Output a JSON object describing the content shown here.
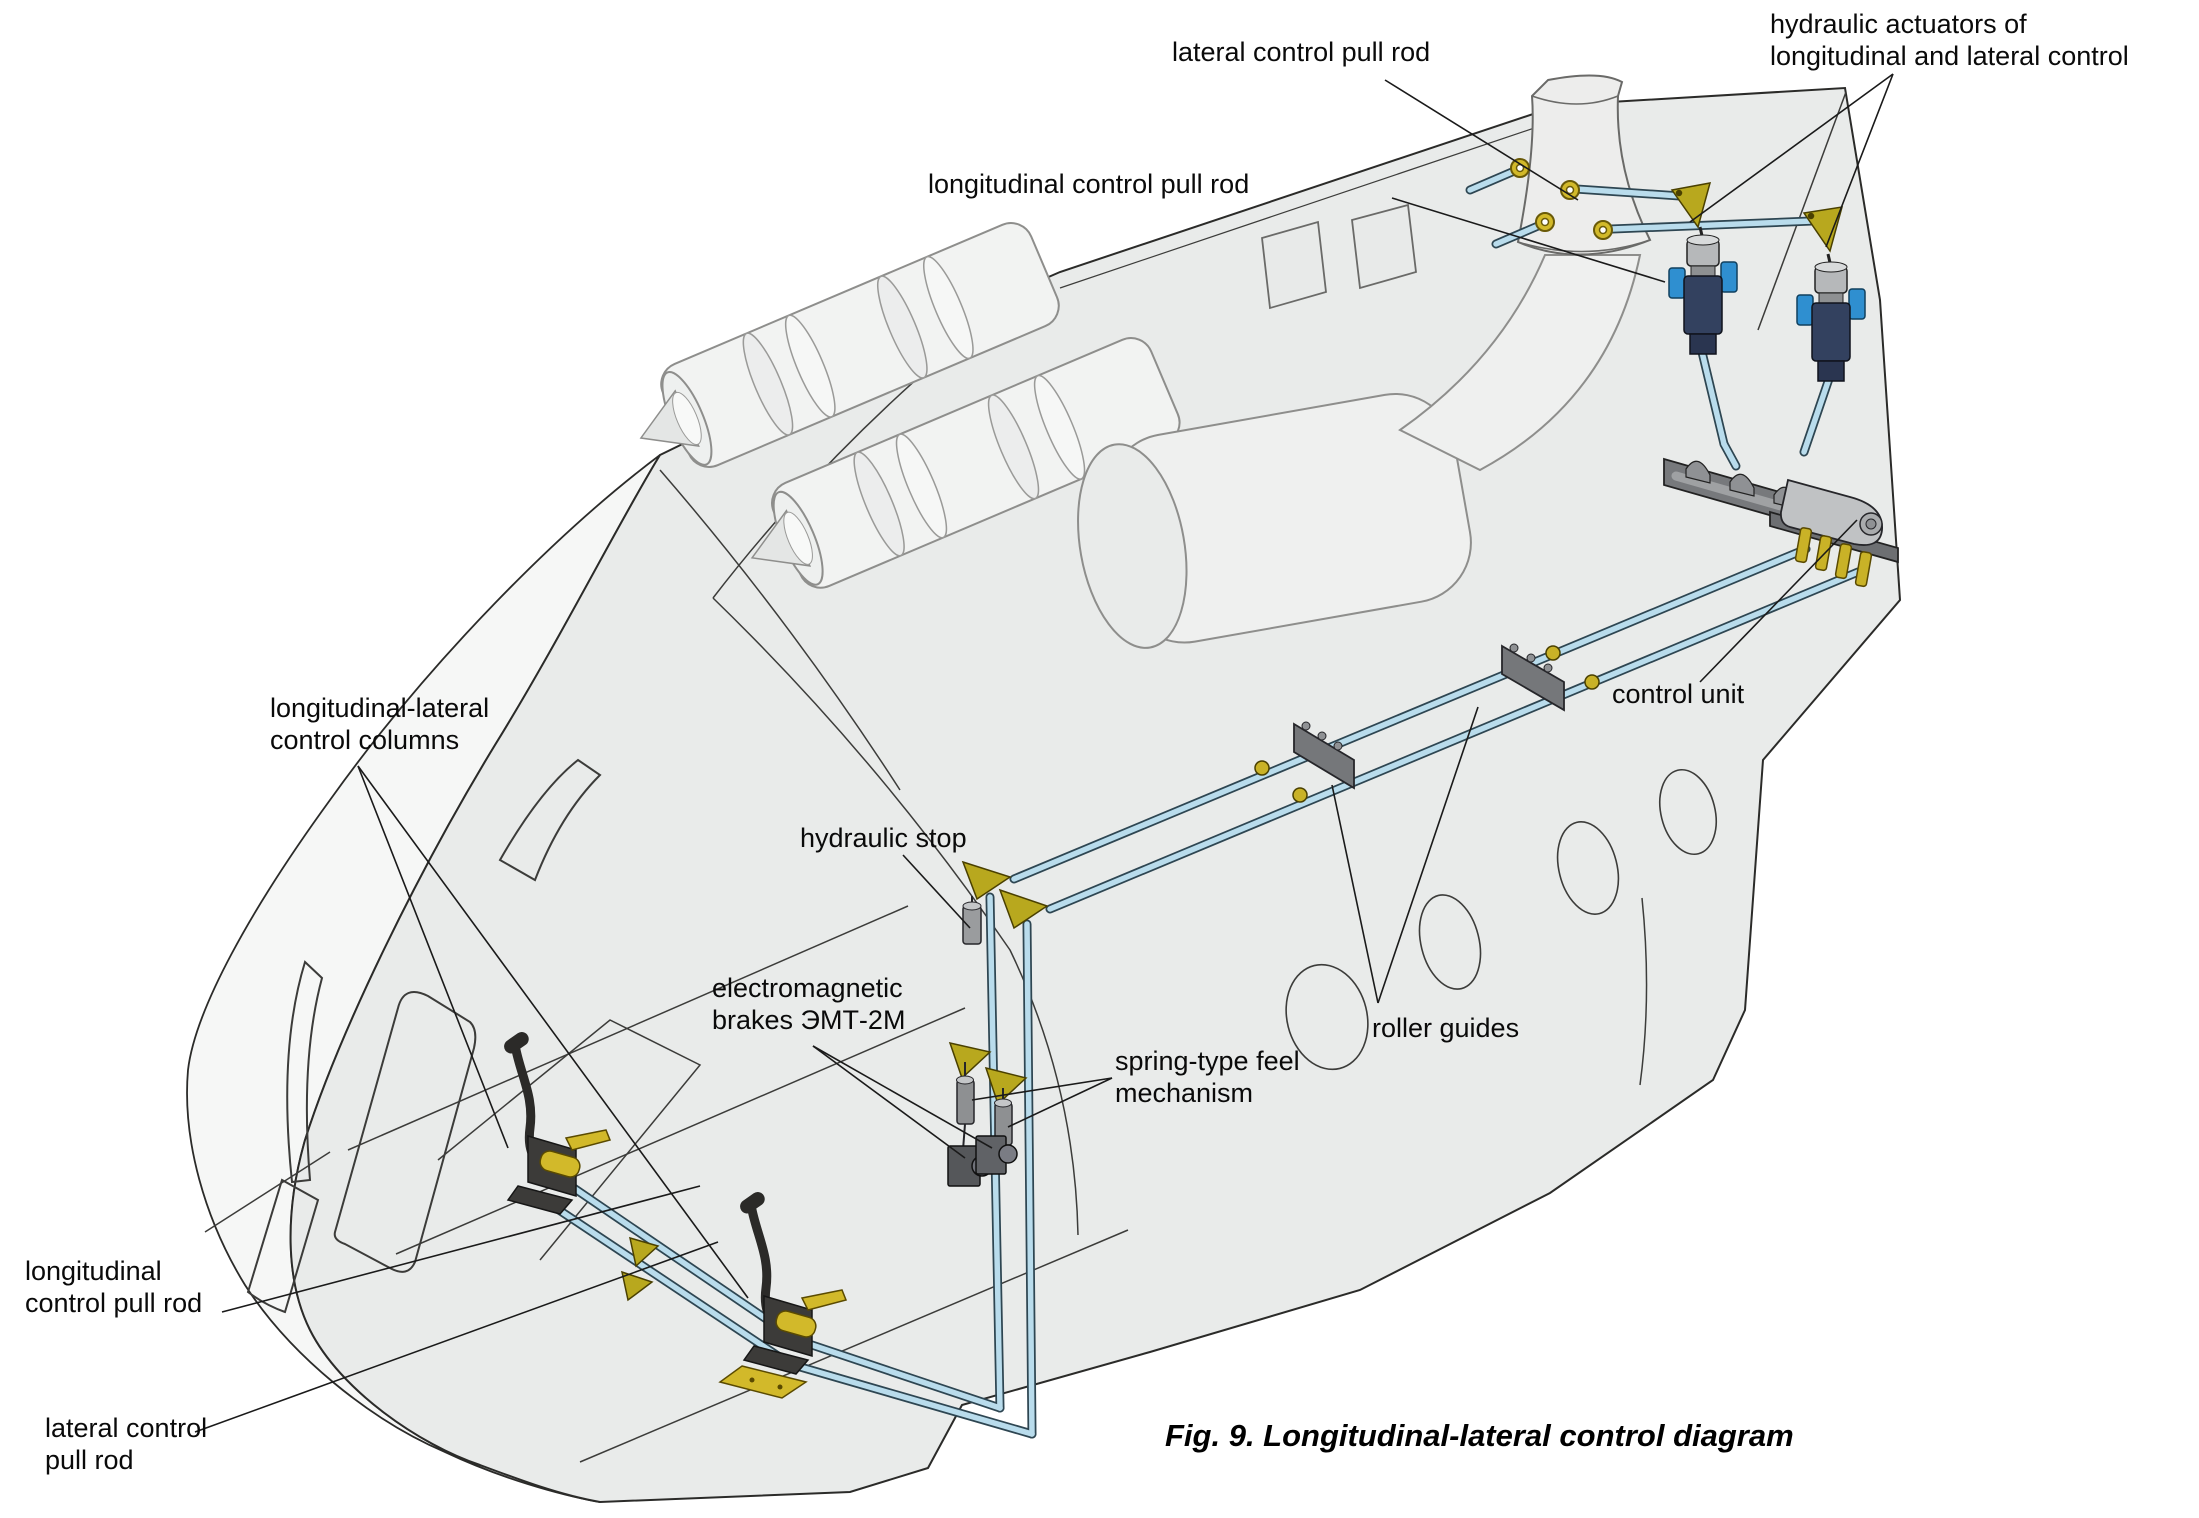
{
  "figure": {
    "caption": "Fig. 9. Longitudinal-lateral control diagram"
  },
  "labels": {
    "lateral_rod_top": "lateral control pull rod",
    "hydraulic_actuators": "hydraulic actuators of longitudinal and lateral control",
    "longitudinal_rod_top": "longitudinal control pull rod",
    "control_unit": "control unit",
    "control_columns": "longitudinal-lateral control columns",
    "hydraulic_stop": "hydraulic stop",
    "electromagnetic_brakes": "electromagnetic brakes ЭМТ-2М",
    "spring_feel": "spring-type feel mechanism",
    "roller_guides": "roller guides",
    "longitudinal_rod_bottom": "longitudinal control pull rod",
    "lateral_rod_bottom": "lateral control pull rod"
  },
  "colors": {
    "fuselage": "#e9ebea",
    "outline": "#2b2b29",
    "engine_fill": "#f2f3f2",
    "pull_rod": "#b9dcec",
    "pull_rod_edge": "#2e4652",
    "yellow": "#d2b92a",
    "yellow_olive": "#b8a81e",
    "navy_actuator": "#33415f",
    "blue_clamp": "#2f8fd0",
    "unit_gray": "#c0c2c4",
    "dark_plate": "#75777a",
    "label_text": "#0a0a0a"
  }
}
